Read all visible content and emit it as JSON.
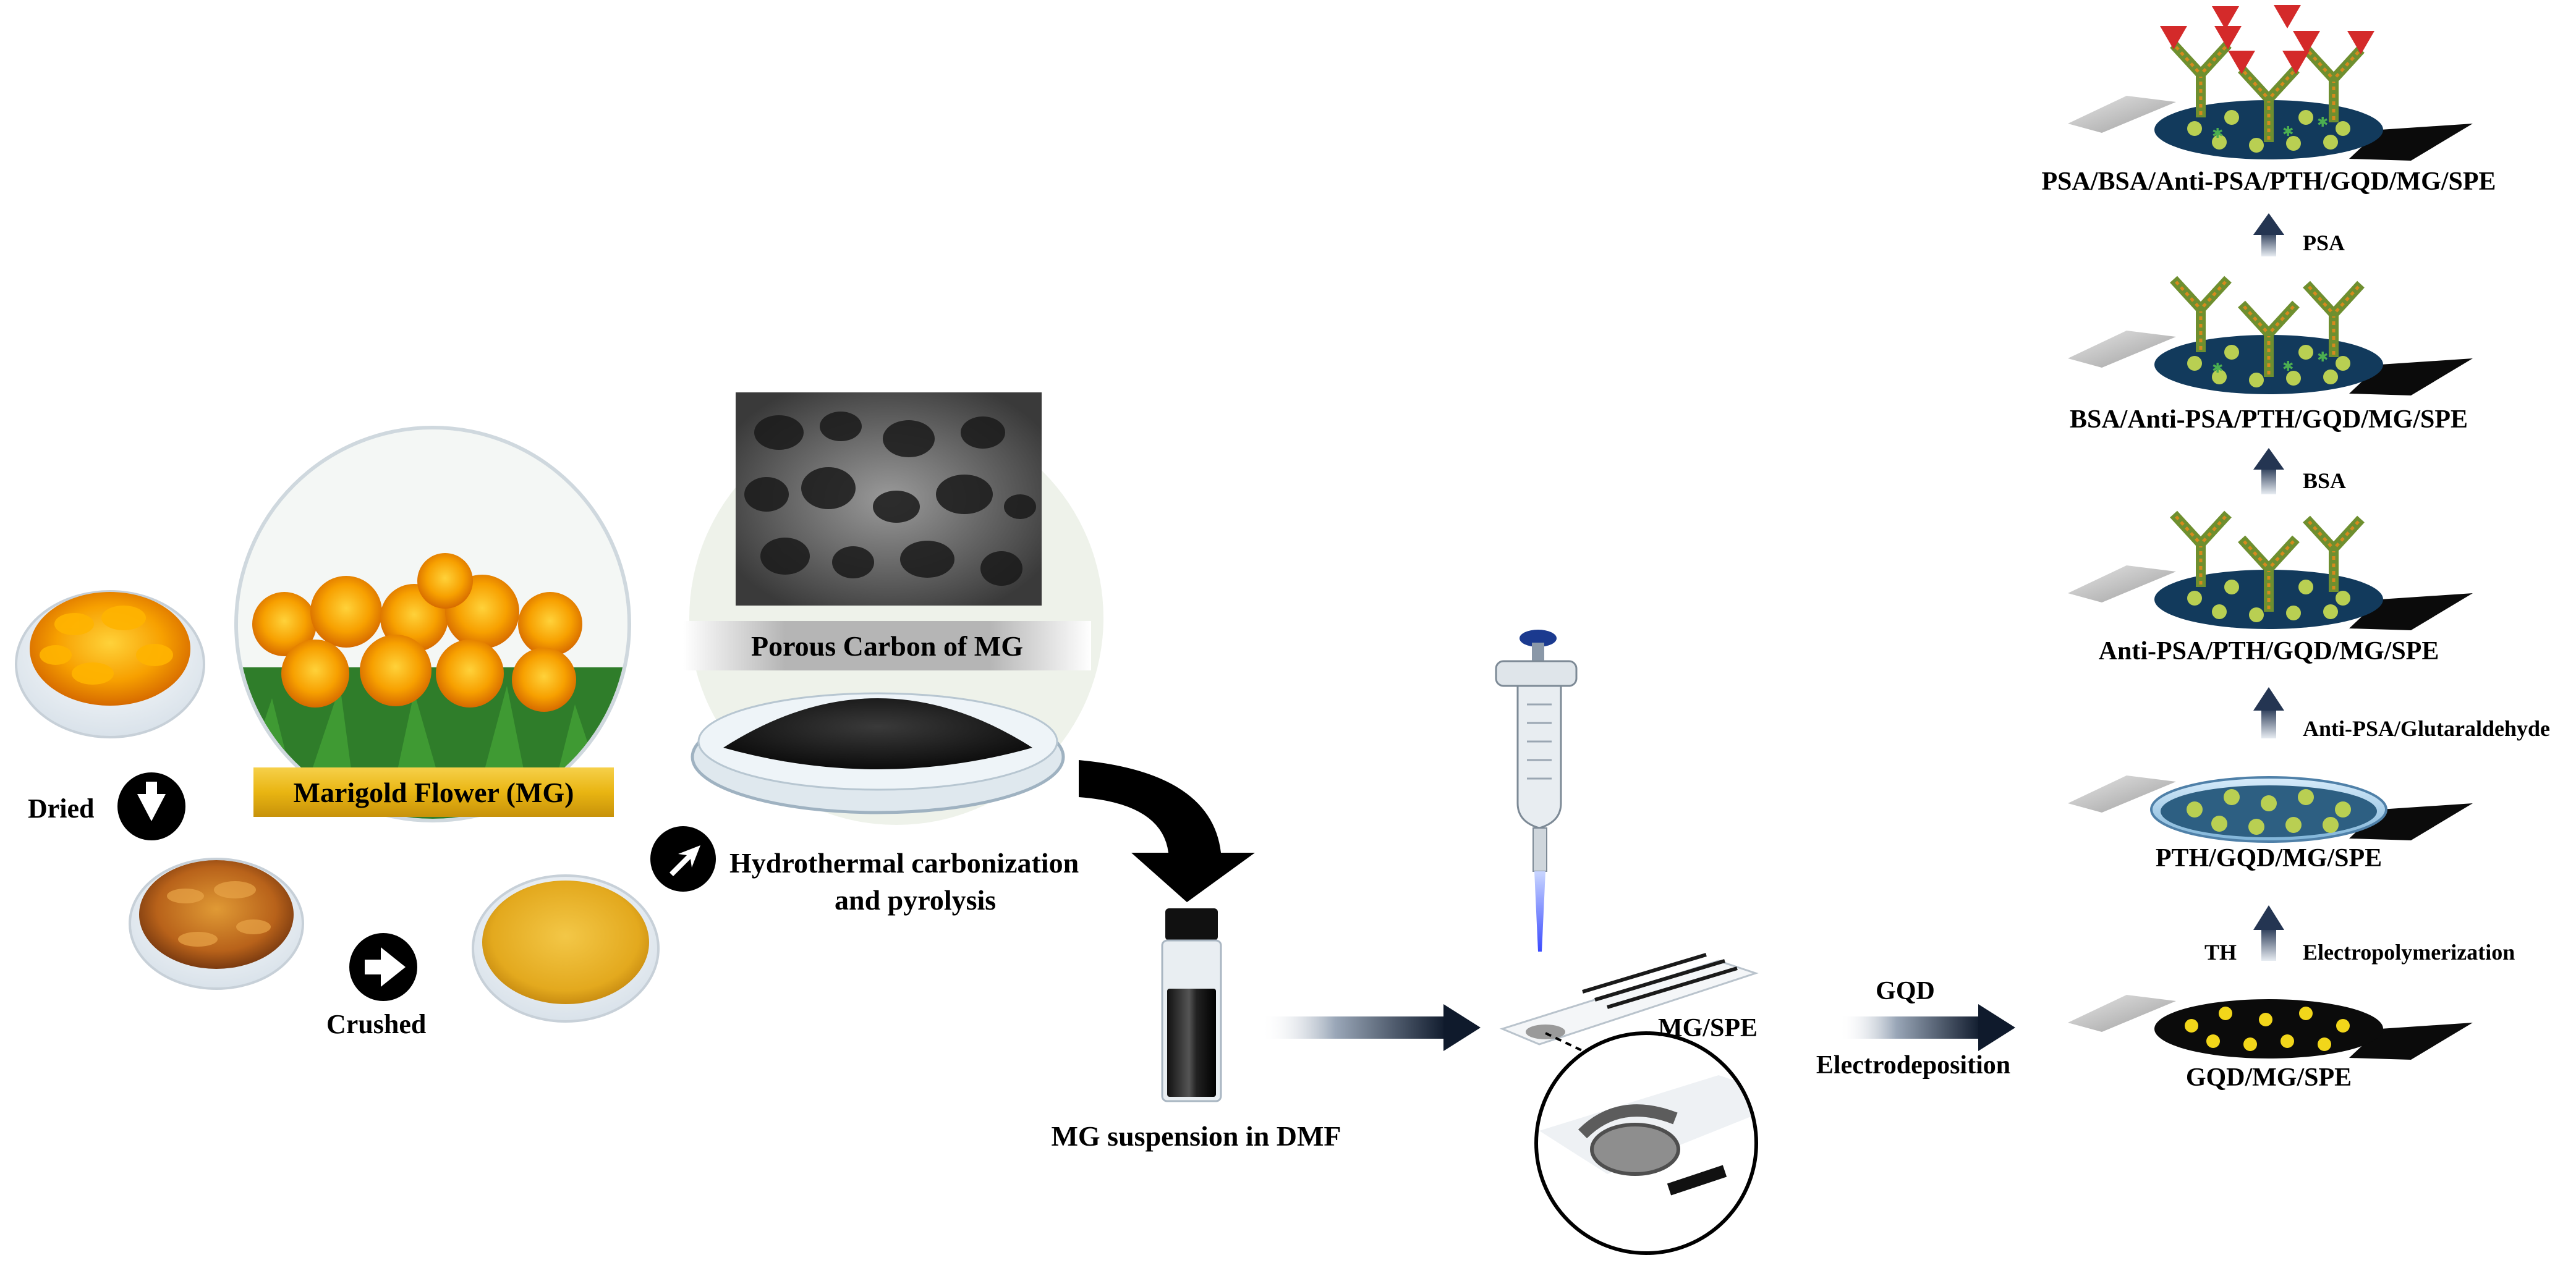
{
  "steps": {
    "dried": "Dried",
    "crushed": "Crushed",
    "marigold": "Marigold Flower (MG)",
    "porous": "Porous Carbon of MG",
    "hydro_line1": "Hydrothermal carbonization",
    "hydro_line2": "and pyrolysis",
    "suspension": "MG suspension in DMF",
    "mgspe": "MG/SPE",
    "gqd": "GQD",
    "electrodeposition": "Electrodeposition"
  },
  "electrodes": {
    "gqd_mg_spe": "GQD/MG/SPE",
    "th": "TH",
    "electropolymerization": "Electropolymerization",
    "pth": "PTH/GQD/MG/SPE",
    "anti_glut": "Anti-PSA/Glutaraldehyde",
    "anti_psa": "Anti-PSA/PTH/GQD/MG/SPE",
    "bsa_step": "BSA",
    "bsa": "BSA/Anti-PSA/PTH/GQD/MG/SPE",
    "psa_step": "PSA",
    "psa": "PSA/BSA/Anti-PSA/PTH/GQD/MG/SPE"
  },
  "colors": {
    "marigold": "#f5a300",
    "marigold_dark": "#e07000",
    "banner_gold": "#e9b512",
    "electrode_navy": "#123a5c",
    "electrode_black": "#0b0b0b",
    "gqd_dot": "#f2d61a",
    "pth_dot": "#b9cf52",
    "antibody_green": "#6e8f2f",
    "antibody_orange": "#d58a1e",
    "psa_red": "#d42a2a"
  }
}
